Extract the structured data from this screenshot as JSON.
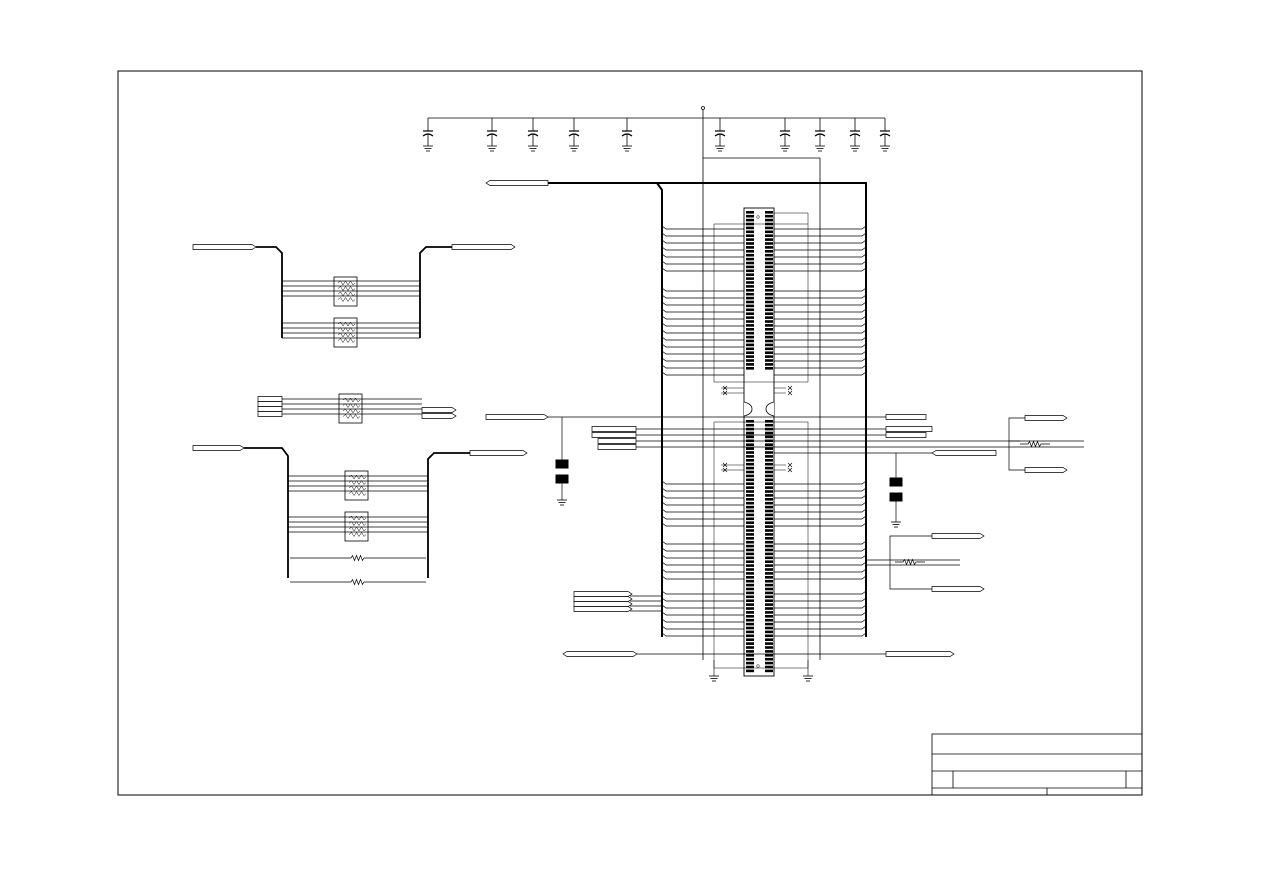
{
  "sheet": {
    "border_color": "#000000",
    "line_color": "#000000",
    "port_fill": "#ffffff"
  },
  "title_block": {
    "title": "",
    "size": "",
    "document_number": "",
    "revision": "",
    "date": "",
    "sheet": ""
  },
  "connector": {
    "pin_pair_count_upper": 24,
    "pin_pair_count_lower": 36
  },
  "decoupling_capacitors": {
    "count": 10
  }
}
